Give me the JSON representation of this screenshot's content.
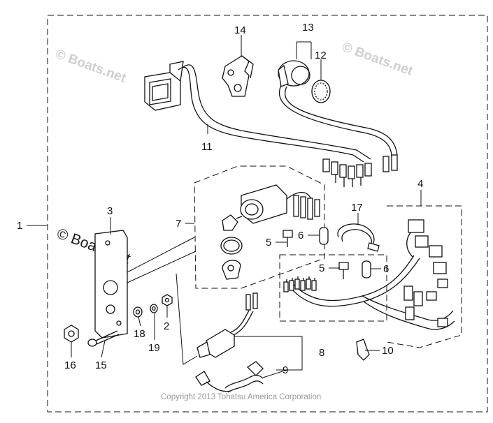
{
  "diagram": {
    "callouts": [
      {
        "id": "1",
        "text": "1"
      },
      {
        "id": "2",
        "text": "2"
      },
      {
        "id": "3",
        "text": "3"
      },
      {
        "id": "4",
        "text": "4"
      },
      {
        "id": "5a",
        "text": "5"
      },
      {
        "id": "5b",
        "text": "5"
      },
      {
        "id": "6a",
        "text": "6"
      },
      {
        "id": "6b",
        "text": "6"
      },
      {
        "id": "7",
        "text": "7"
      },
      {
        "id": "8",
        "text": "8"
      },
      {
        "id": "9",
        "text": "9"
      },
      {
        "id": "10",
        "text": "10"
      },
      {
        "id": "11",
        "text": "11"
      },
      {
        "id": "12",
        "text": "12"
      },
      {
        "id": "13",
        "text": "13"
      },
      {
        "id": "14",
        "text": "14"
      },
      {
        "id": "15",
        "text": "15"
      },
      {
        "id": "16",
        "text": "16"
      },
      {
        "id": "17",
        "text": "17"
      },
      {
        "id": "18",
        "text": "18"
      },
      {
        "id": "19",
        "text": "19"
      }
    ],
    "watermarks": [
      "© Boats.net",
      "© Boats.net",
      "© Boats.net"
    ],
    "copyright": "Copyright 2013 Tohatsu America Corporation"
  }
}
